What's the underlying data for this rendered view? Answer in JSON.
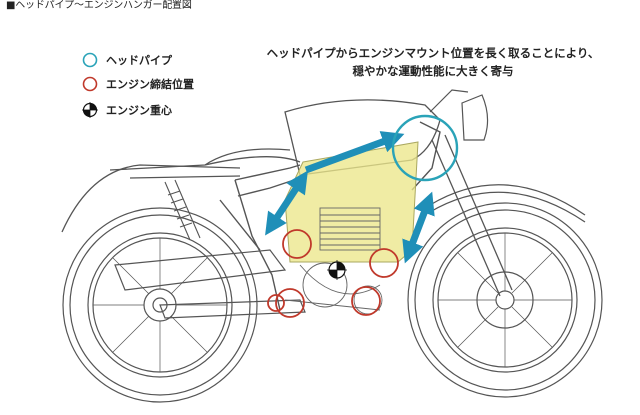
{
  "figure_title": "■ヘッドパイプ〜エンジンハンガー配置図",
  "legend": {
    "items": [
      {
        "id": "head-pipe",
        "label": "ヘッドパイプ",
        "symbol": "circle-outline",
        "color": "#2aa3b8"
      },
      {
        "id": "engine-mount",
        "label": "エンジン締結位置",
        "symbol": "circle-outline",
        "color": "#c0392b"
      },
      {
        "id": "engine-cg",
        "label": "エンジン重心",
        "symbol": "center-of-gravity",
        "color": "#111111"
      }
    ]
  },
  "headline": {
    "line1": "ヘッドパイプからエンジンマウント位置を長く取ることにより、",
    "line2": "穏やかな運動性能に大きく寄与"
  },
  "colors": {
    "frame_arrow": "#1f8fb8",
    "engine_highlight": "#ece78a",
    "mount_circle": "#c0392b",
    "head_pipe_circle": "#2aa3b8",
    "line_art": "#555555"
  },
  "diagram": {
    "subject_icon": "motorcycle-side-view-icon",
    "head_pipe_count": 1,
    "engine_mount_count": 5,
    "arrow_count": 3
  }
}
